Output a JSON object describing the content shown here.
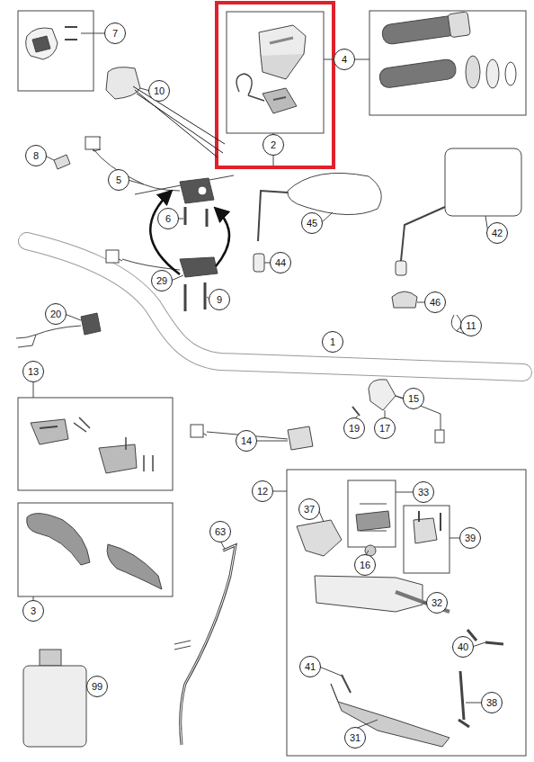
{
  "diagram": {
    "labels": [
      "7",
      "4",
      "10",
      "8",
      "5",
      "2",
      "45",
      "42",
      "6",
      "29",
      "44",
      "9",
      "46",
      "11",
      "20",
      "1",
      "13",
      "15",
      "19",
      "17",
      "14",
      "12",
      "37",
      "33",
      "39",
      "63",
      "16",
      "32",
      "40",
      "41",
      "38",
      "3",
      "99",
      "31"
    ]
  }
}
